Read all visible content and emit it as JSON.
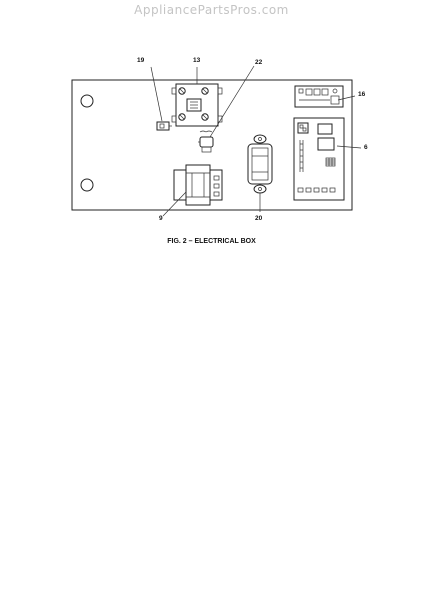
{
  "watermark": "AppliancePartsPros.com",
  "caption": "FIG. 2 – ELECTRICAL BOX",
  "callouts": {
    "c19": "19",
    "c13": "13",
    "c22": "22",
    "c16": "16",
    "c6": "6",
    "c9": "9",
    "c20": "20"
  }
}
